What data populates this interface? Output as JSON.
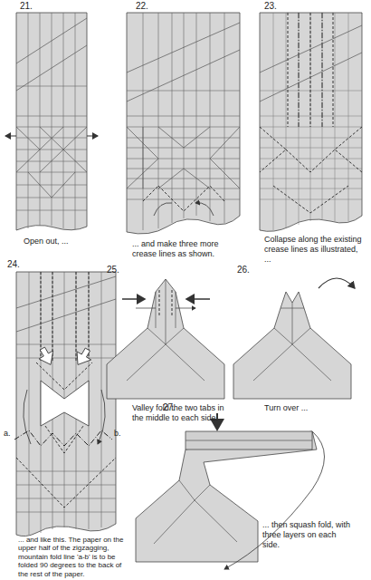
{
  "diagram": {
    "labels": [
      "21.",
      "22.",
      "23.",
      "Open out, ...",
      "... and make three more crease lines as shown.",
      "Collapse along the existing crease lines as illustrated, ...",
      "24.",
      "25.",
      "26.",
      "a.",
      "b.",
      "Valley fold the two tabs in the middle to each side.",
      "Turn over ...",
      "27.",
      "... and like this. The paper on the upper half of the zigzagging, mountain fold line 'a-b' is to be folded 90 degrees to the back of the rest of the paper.",
      "... then squash fold, with three layers on each side."
    ]
  }
}
